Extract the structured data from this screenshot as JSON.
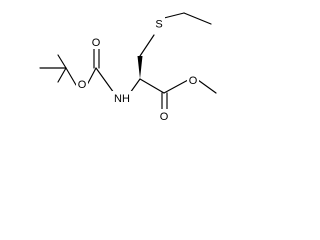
{
  "molecule": {
    "atoms": {
      "sulfur": "S",
      "nitrogen": "NH",
      "carbamate_ester_oxygen": "O",
      "carbamate_carbonyl_oxygen": "O",
      "ester_carbonyl_oxygen": "O",
      "ester_oxygen": "O"
    },
    "colors": {
      "bond": "#000000",
      "label": "#000000",
      "background": "#ffffff"
    }
  }
}
